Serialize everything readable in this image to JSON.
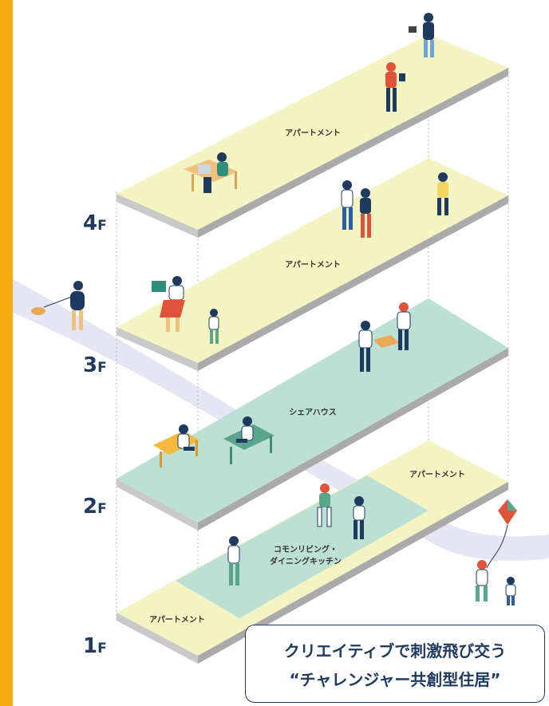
{
  "colors": {
    "accent_bar": "#f6ac10",
    "apartment_floor": "#f4f3c2",
    "share_floor": "#bde0d5",
    "path": "#e4e6f3",
    "text": "#1e3a5f"
  },
  "floors": [
    {
      "number": "4",
      "unit": "F"
    },
    {
      "number": "3",
      "unit": "F"
    },
    {
      "number": "2",
      "unit": "F"
    },
    {
      "number": "1",
      "unit": "F"
    }
  ],
  "areas": {
    "floor5": "アパートメント",
    "floor4": "アパートメント",
    "floor3": "シェアハウス",
    "floor2_apartment": "アパートメント",
    "floor1_common_line1": "コモンリビング・",
    "floor1_common_line2": "ダイニングキッチン",
    "floor1_apartment": "アパートメント"
  },
  "caption": {
    "line1": "クリエイティブで刺激飛び交う",
    "line2": "“チャレンジャー共創型住居”"
  }
}
